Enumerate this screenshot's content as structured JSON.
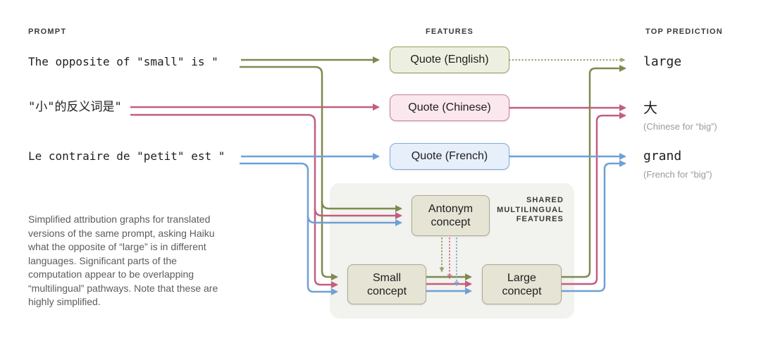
{
  "headers": {
    "prompt": "PROMPT",
    "features": "FEATURES",
    "top_prediction": "TOP PREDICTION"
  },
  "rows": [
    {
      "language": "english",
      "prompt": "The opposite of \"small\" is \"",
      "feature": "Quote (English)",
      "prediction": "large",
      "prediction_note": ""
    },
    {
      "language": "chinese",
      "prompt": "\"小\"的反义词是\"",
      "feature": "Quote (Chinese)",
      "prediction": "大",
      "prediction_note": "(Chinese for “big”)"
    },
    {
      "language": "french",
      "prompt": "Le contraire de \"petit\" est \"",
      "feature": "Quote (French)",
      "prediction": "grand",
      "prediction_note": "(French for “big”)"
    }
  ],
  "shared_panel": {
    "label_lines": [
      "SHARED",
      "MULTILINGUAL",
      "FEATURES"
    ],
    "nodes": {
      "antonym": "Antonym concept",
      "small": "Small concept",
      "large": "Large concept"
    }
  },
  "caption_lines": [
    "Simplified attribution graphs for translated",
    "versions of the same prompt, asking Haiku",
    "what the opposite of “large” is in different",
    "languages. Significant parts of the",
    "computation appear to be overlapping",
    "“multilingual” pathways. Note that these are",
    "highly simplified."
  ],
  "colors": {
    "green": "#7D8A50",
    "pink": "#C25E80",
    "blue": "#6FA0D6",
    "english_bg": "#EDF0E0",
    "english_border": "#97A262",
    "chinese_bg": "#FBE7EE",
    "chinese_border": "#C97E99",
    "french_bg": "#E7EFFA",
    "french_border": "#82ACDC",
    "concept_bg": "#E6E4D5",
    "concept_border": "#ACA895",
    "panel_bg": "#F2F2EE",
    "text": "#1E1E1E",
    "muted": "#9B9B9B",
    "caption": "#5C5C5C",
    "header": "#3A3A3A"
  }
}
